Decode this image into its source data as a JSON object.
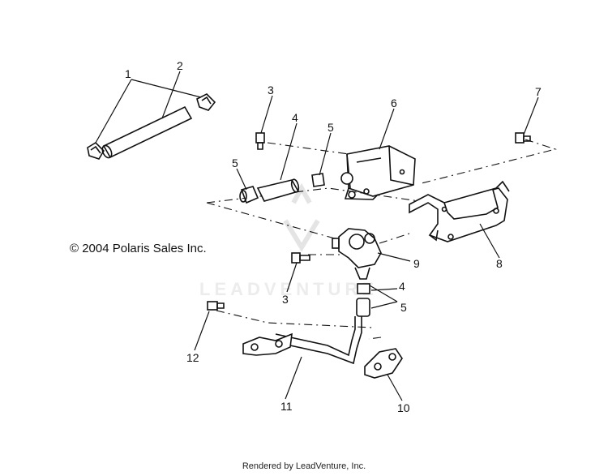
{
  "copyright": "© 2004 Polaris Sales Inc.",
  "footer": "Rendered by LeadVenture, Inc.",
  "watermark": "LEADVENTURE",
  "callouts": {
    "c1": "1",
    "c2": "2",
    "c3a": "3",
    "c3b": "3",
    "c4a": "4",
    "c4b": "4",
    "c5a": "5",
    "c5b": "5",
    "c5c": "5",
    "c6": "6",
    "c7": "7",
    "c8": "8",
    "c9": "9",
    "c10": "10",
    "c11": "11",
    "c12": "12"
  }
}
